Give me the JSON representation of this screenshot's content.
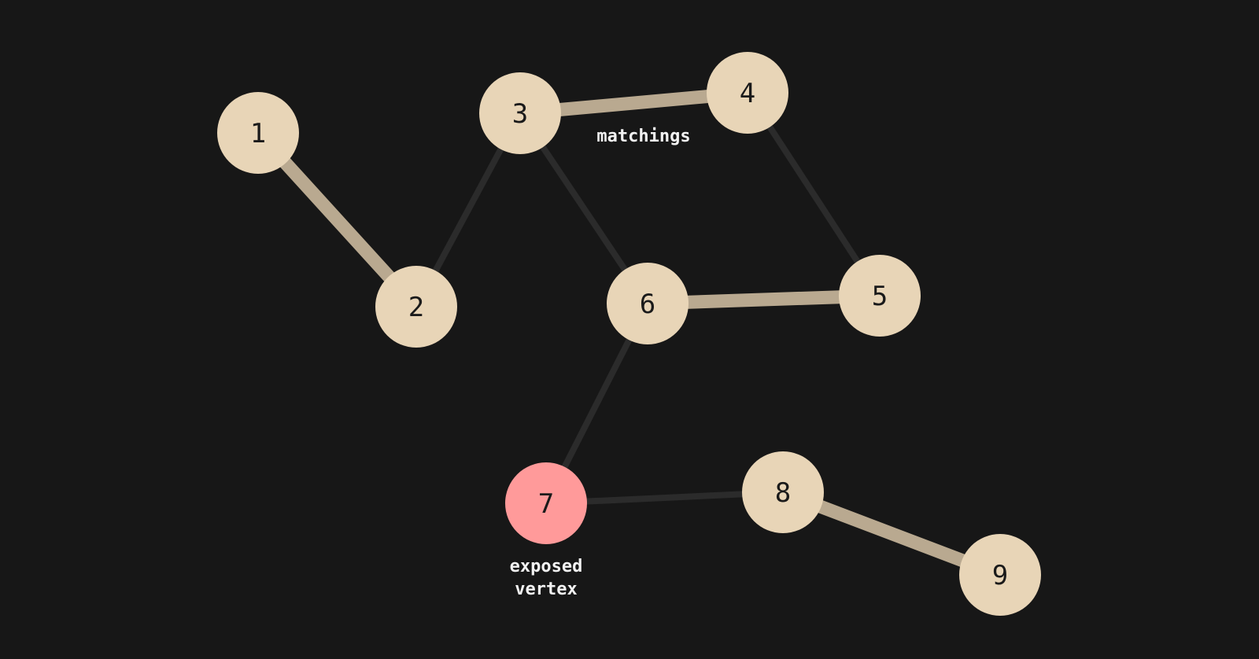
{
  "colors": {
    "background": "#171717",
    "node_fill": "#e8d5b7",
    "exposed_fill": "#ff9a9a",
    "matched_edge": "#b9a990",
    "unmatched_edge": "#2b2b2b",
    "node_text": "#1a1a1a",
    "annotation_text": "#f2f2f2"
  },
  "graph": {
    "nodes": [
      {
        "id": "1",
        "label": "1",
        "exposed": false
      },
      {
        "id": "2",
        "label": "2",
        "exposed": false
      },
      {
        "id": "3",
        "label": "3",
        "exposed": false
      },
      {
        "id": "4",
        "label": "4",
        "exposed": false
      },
      {
        "id": "5",
        "label": "5",
        "exposed": false
      },
      {
        "id": "6",
        "label": "6",
        "exposed": false
      },
      {
        "id": "7",
        "label": "7",
        "exposed": true
      },
      {
        "id": "8",
        "label": "8",
        "exposed": false
      },
      {
        "id": "9",
        "label": "9",
        "exposed": false
      }
    ],
    "edges": [
      {
        "from": "1",
        "to": "2",
        "matched": true
      },
      {
        "from": "2",
        "to": "3",
        "matched": false
      },
      {
        "from": "3",
        "to": "4",
        "matched": true
      },
      {
        "from": "3",
        "to": "6",
        "matched": false
      },
      {
        "from": "4",
        "to": "5",
        "matched": false
      },
      {
        "from": "6",
        "to": "5",
        "matched": true
      },
      {
        "from": "6",
        "to": "7",
        "matched": false
      },
      {
        "from": "7",
        "to": "8",
        "matched": false
      },
      {
        "from": "8",
        "to": "9",
        "matched": true
      }
    ]
  },
  "annotations": {
    "matchings": "matchings",
    "exposed_line1": "exposed",
    "exposed_line2": "vertex"
  }
}
